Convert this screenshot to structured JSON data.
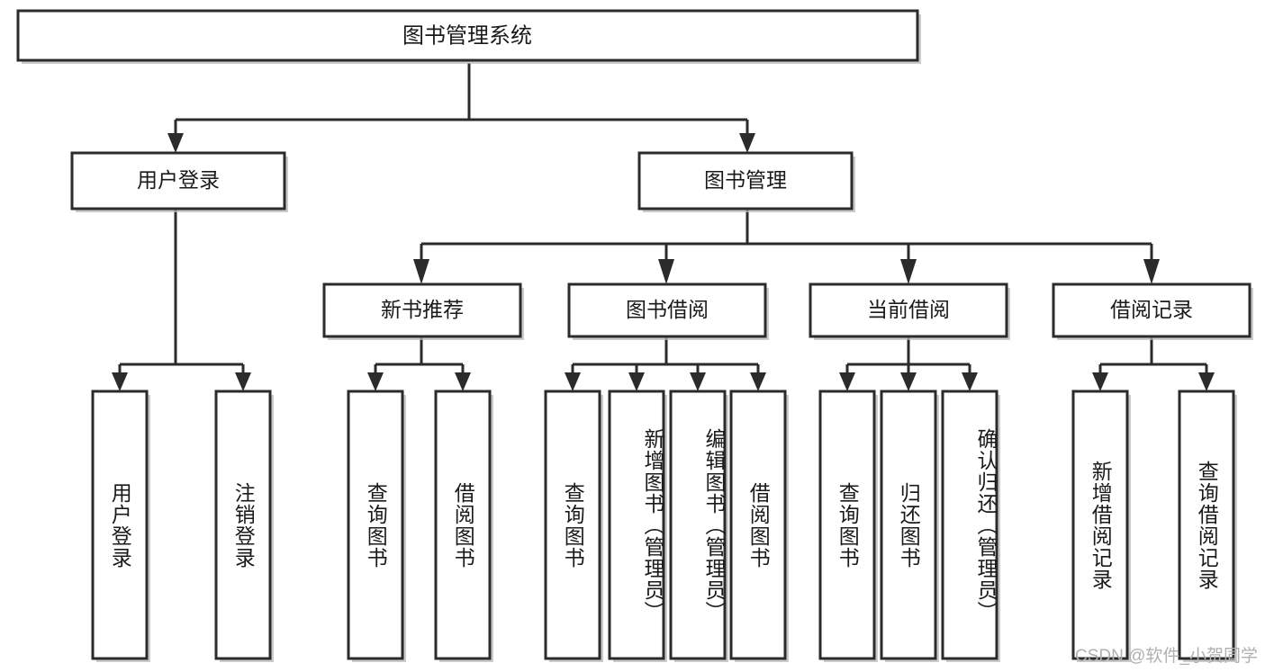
{
  "diagram": {
    "type": "tree-hierarchy",
    "title": "图书管理系统",
    "orientation": "top-down",
    "colors": {
      "box_border": "#2b2b2b",
      "box_fill": "#ffffff",
      "connector": "#2b2b2b",
      "text": "#1a1a1a",
      "watermark": "#b0b0b0",
      "background": "#ffffff"
    },
    "root": {
      "id": "root",
      "label": "图书管理系统",
      "orientation": "horizontal"
    },
    "level2": [
      {
        "id": "user-login",
        "label": "用户登录",
        "orientation": "horizontal"
      },
      {
        "id": "book-manage",
        "label": "图书管理",
        "orientation": "horizontal"
      }
    ],
    "level3": [
      {
        "id": "new-book-recommend",
        "label": "新书推荐",
        "orientation": "horizontal",
        "parent": "book-manage"
      },
      {
        "id": "book-borrow",
        "label": "图书借阅",
        "orientation": "horizontal",
        "parent": "book-manage"
      },
      {
        "id": "current-borrow",
        "label": "当前借阅",
        "orientation": "horizontal",
        "parent": "book-manage"
      },
      {
        "id": "borrow-record",
        "label": "借阅记录",
        "orientation": "horizontal",
        "parent": "book-manage"
      }
    ],
    "leaves": {
      "user-login": [
        {
          "id": "leaf-user-login",
          "label": "用户登录",
          "orientation": "vertical"
        },
        {
          "id": "leaf-user-logout",
          "label": "注销登录",
          "orientation": "vertical"
        }
      ],
      "new-book-recommend": [
        {
          "id": "leaf-query-book-1",
          "label": "查询图书",
          "orientation": "vertical"
        },
        {
          "id": "leaf-borrow-book-1",
          "label": "借阅图书",
          "orientation": "vertical"
        }
      ],
      "book-borrow": [
        {
          "id": "leaf-query-book-2",
          "label": "查询图书",
          "orientation": "vertical"
        },
        {
          "id": "leaf-add-book",
          "label": "新增图书（管理员）",
          "orientation": "vertical"
        },
        {
          "id": "leaf-edit-book",
          "label": "编辑图书（管理员）",
          "orientation": "vertical"
        },
        {
          "id": "leaf-borrow-book-2",
          "label": "借阅图书",
          "orientation": "vertical"
        }
      ],
      "current-borrow": [
        {
          "id": "leaf-query-book-3",
          "label": "查询图书",
          "orientation": "vertical"
        },
        {
          "id": "leaf-return-book",
          "label": "归还图书",
          "orientation": "vertical"
        },
        {
          "id": "leaf-confirm-return",
          "label": "确认归还（管理员）",
          "orientation": "vertical"
        }
      ],
      "borrow-record": [
        {
          "id": "leaf-add-record",
          "label": "新增借阅记录",
          "orientation": "vertical"
        },
        {
          "id": "leaf-query-record",
          "label": "查询借阅记录",
          "orientation": "vertical"
        }
      ]
    }
  },
  "watermark": {
    "text": "CSDN @软件_小贺同学"
  }
}
